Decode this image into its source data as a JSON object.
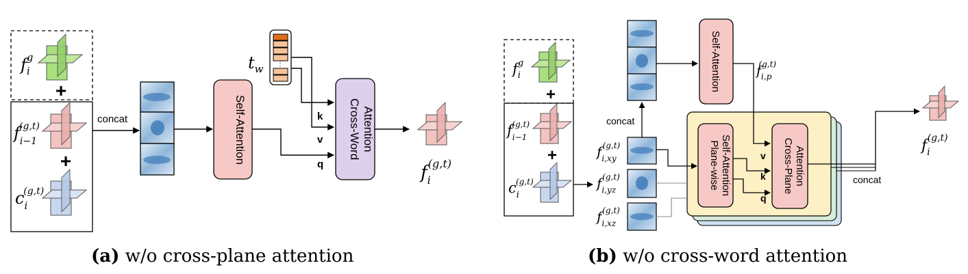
{
  "panel_a": {
    "caption_tag": "(a)",
    "caption_text": "w/o cross-plane attention",
    "f_g": {
      "base": "f",
      "sub": "i",
      "sup": "g"
    },
    "f_prev": {
      "base": "f",
      "sub": "i−1",
      "sup": "(g,t)"
    },
    "c": {
      "base": "c",
      "sub": "i",
      "sup": "(g,t)"
    },
    "plus": "+",
    "concat": "concat",
    "self_attention": "Self-Attention",
    "cross_word_line1": "Cross-Word",
    "cross_word_line2": "Attention",
    "t_w": {
      "base": "t",
      "sub": "w"
    },
    "k": "k",
    "v": "v",
    "q": "q",
    "out": {
      "base": "f",
      "sub": "i",
      "sup": "(g,t)"
    }
  },
  "panel_b": {
    "caption_tag": "(b)",
    "caption_text": "w/o cross-word attention",
    "f_g": {
      "base": "f",
      "sub": "i",
      "sup": "g"
    },
    "f_prev": {
      "base": "f",
      "sub": "i−1",
      "sup": "(g,t)"
    },
    "c": {
      "base": "c",
      "sub": "i",
      "sup": "(g,t)"
    },
    "plus": "+",
    "concat_top": "concat",
    "concat_right": "concat",
    "self_attention": "Self-Attention",
    "f_p": {
      "base": "f",
      "sub": "i,p",
      "sup": "(g,t)"
    },
    "f_xy": {
      "base": "f",
      "sub": "i,xy",
      "sup": "(g,t)"
    },
    "f_yz": {
      "base": "f",
      "sub": "i,yz",
      "sup": "(g,t)"
    },
    "f_xz": {
      "base": "f",
      "sub": "i,xz",
      "sup": "(g,t)"
    },
    "plane_wise_line1": "Plane-wise",
    "plane_wise_line2": "Self-Attention",
    "cross_plane_line1": "Cross-Plane",
    "cross_plane_line2": "Attention",
    "k": "k",
    "v": "v",
    "q": "q",
    "out": {
      "base": "f",
      "sub": "i",
      "sup": "(g,t)"
    }
  },
  "colors": {
    "green": "#a9e07f",
    "pink": "#f2c3c1",
    "blue": "#c8d7ee",
    "self_attention_fill": "#f7c9c6",
    "cross_word_fill": "#ddd0ec",
    "block_yellow": "#fdf0c4",
    "block_green": "#d7ecd9",
    "block_blue": "#cfe2f0",
    "token_orange": "#f6c49a",
    "token_dark": "#e0701c"
  }
}
